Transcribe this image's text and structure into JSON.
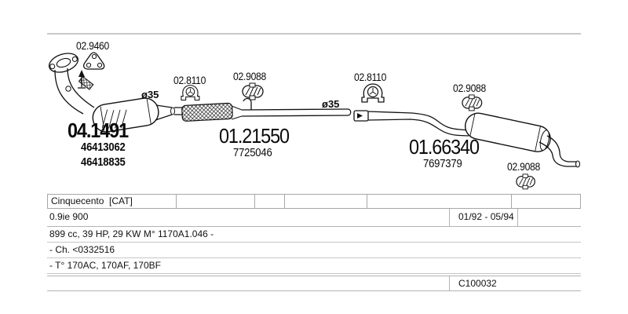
{
  "colors": {
    "ink": "#141414",
    "table_border": "#b0b0b0",
    "rule": "#c9c9c9",
    "background": "#ffffff"
  },
  "diagram": {
    "labels": {
      "gasket": "02.9460",
      "mount_front": "02.8110",
      "hanger_front": "02.9088",
      "mount_mid": "02.8110",
      "hanger_mid": "02.9088",
      "hanger_rear": "02.9088",
      "diameter_front": "ø35",
      "diameter_mid": "ø35"
    },
    "parts": {
      "front": {
        "number": "04.1491",
        "oe1": "46413062",
        "oe2": "46418835"
      },
      "centre": {
        "number": "01.21550",
        "oe1": "7725046"
      },
      "rear": {
        "number": "01.66340",
        "oe1": "7697379"
      }
    }
  },
  "table": {
    "model": "Cinquecento  [CAT]",
    "variant": "0.9ie 900",
    "period": "01/92 - 05/94",
    "detail_1": "899 cc, 39 HP, 29 KW M° 1170A1.046 -",
    "detail_2": "- Ch. <0332516",
    "detail_3": "- T° 170AC, 170AF, 170BF",
    "code": "C100032"
  }
}
